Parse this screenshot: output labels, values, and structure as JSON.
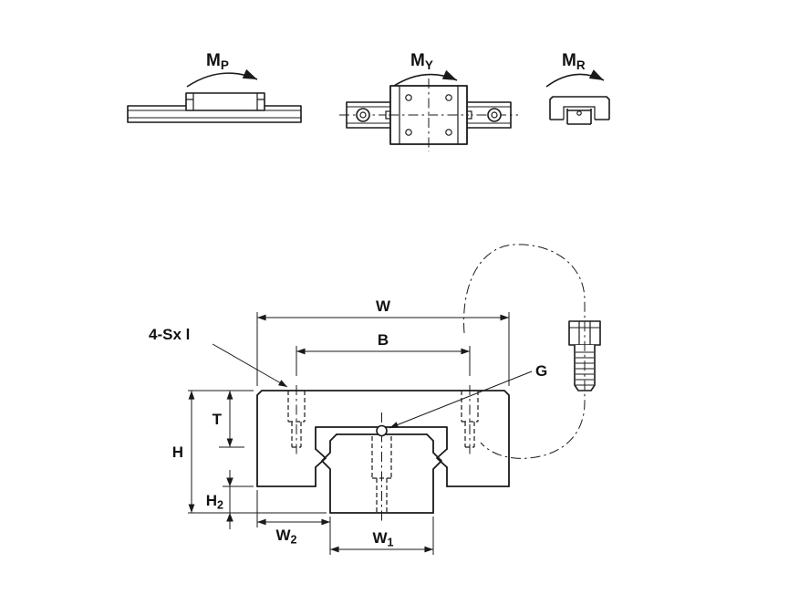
{
  "colors": {
    "ink": "#1a1a1a",
    "background": "#ffffff"
  },
  "moment_diagrams": {
    "pitch": {
      "label_main": "M",
      "label_sub": "P"
    },
    "yaw": {
      "label_main": "M",
      "label_sub": "Y"
    },
    "roll": {
      "label_main": "M",
      "label_sub": "R"
    }
  },
  "dimension_labels": {
    "width_total": "W",
    "hole_spacing": "B",
    "rail_hole": "G",
    "mounting_holes_note": "4-Sx l",
    "top_thickness": "T",
    "height_total": "H",
    "clearance_main": "H",
    "clearance_sub": "2",
    "rail_width_main": "W",
    "rail_width_sub": "1",
    "edge_offset_main": "W",
    "edge_offset_sub": "2"
  }
}
